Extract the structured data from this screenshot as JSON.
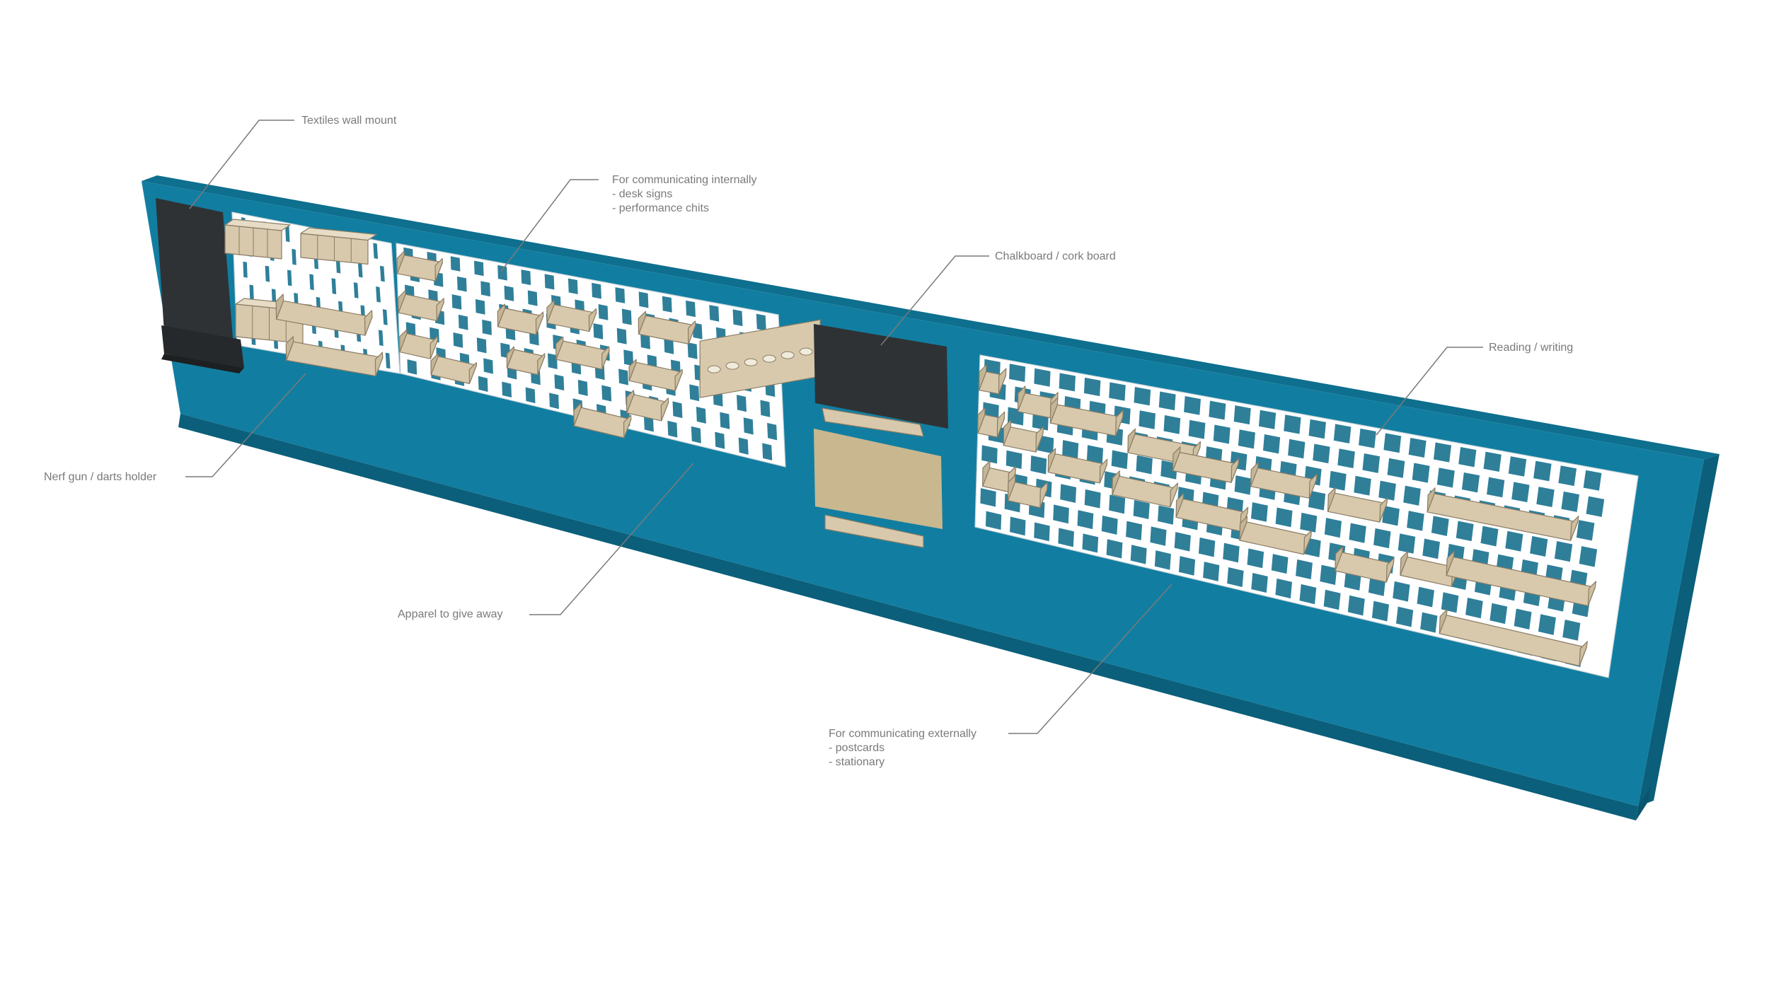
{
  "diagram": {
    "colors": {
      "wall": "#117ea1",
      "wall_top": "#0e6f8e",
      "wall_side": "#0b5f7a",
      "pegboard": "#ffffff",
      "peg_slot": "#2f7f99",
      "wood": "#d8c9ad",
      "wood_edge": "#8a7c64",
      "dark_panel": "#2f3234",
      "cork": "#c9b78f",
      "leader": "#7a7a7a",
      "text": "#7a7a7a"
    },
    "callouts": {
      "textiles": {
        "lines": [
          "Textiles wall mount"
        ]
      },
      "internal": {
        "lines": [
          "For communicating internally",
          "- desk signs",
          "- performance chits"
        ]
      },
      "chalk": {
        "lines": [
          "Chalkboard / cork board"
        ]
      },
      "reading": {
        "lines": [
          "Reading / writing"
        ]
      },
      "nerf": {
        "lines": [
          "Nerf gun / darts holder"
        ]
      },
      "apparel": {
        "lines": [
          "Apparel to give away"
        ]
      },
      "external": {
        "lines": [
          "For communicating externally",
          "- postcards",
          "- stationary"
        ]
      }
    }
  }
}
